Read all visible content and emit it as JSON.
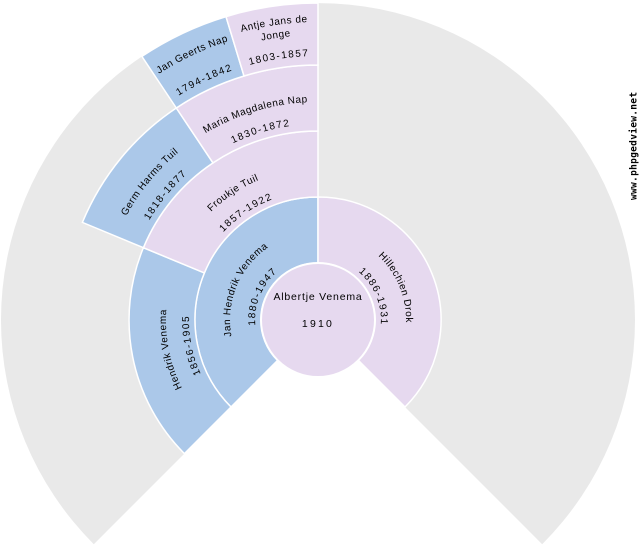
{
  "watermark": "www.phpgedview.net",
  "colors": {
    "male": "#abc8e9",
    "female": "#e6d9ef",
    "empty_fan": "#e9e9e9",
    "separator": "#ffffff",
    "text": "#000000",
    "background": "#ffffff"
  },
  "chart_data": {
    "type": "fan_chart",
    "description": "Genealogy ancestor fan chart, 270 degree sweep, 4 ancestor generations",
    "center": {
      "name": "Albertje Venema",
      "dates": "1910",
      "sex": "F"
    },
    "ancestors": [
      {
        "generation": 1,
        "slot": 0,
        "name_lines": [
          "Jan Hendrik Venema"
        ],
        "dates": "1880-1947",
        "sex": "M"
      },
      {
        "generation": 1,
        "slot": 1,
        "name_lines": [
          "Hillechien Drok"
        ],
        "dates": "1886-1931",
        "sex": "F"
      },
      {
        "generation": 2,
        "slot": 0,
        "name_lines": [
          "Hendrik Venema"
        ],
        "dates": "1856-1905",
        "sex": "M"
      },
      {
        "generation": 2,
        "slot": 1,
        "name_lines": [
          "Froukje Tuil"
        ],
        "dates": "1857-1922",
        "sex": "F"
      },
      {
        "generation": 3,
        "slot": 2,
        "name_lines": [
          "Germ Harms Tuil"
        ],
        "dates": "1818-1877",
        "sex": "M"
      },
      {
        "generation": 3,
        "slot": 3,
        "name_lines": [
          "Maria Magdalena Nap"
        ],
        "dates": "1830-1872",
        "sex": "F"
      },
      {
        "generation": 4,
        "slot": 6,
        "name_lines": [
          "Jan Geerts Nap"
        ],
        "dates": "1794-1842",
        "sex": "M"
      },
      {
        "generation": 4,
        "slot": 7,
        "name_lines": [
          "Antje Jans de",
          "Jonge"
        ],
        "dates": "1803-1857",
        "sex": "F"
      }
    ]
  }
}
